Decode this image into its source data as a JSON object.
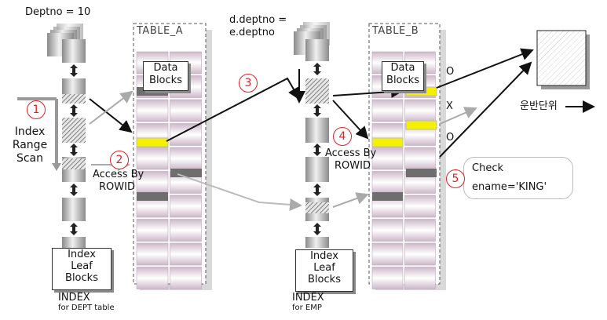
{
  "colors": {
    "highlight": "#f5f000",
    "marker": "#e02020",
    "dark_block": "#6e6e6e"
  },
  "left": {
    "condition": "Deptno = 10",
    "step1_num": "1",
    "scan_label": [
      "Index",
      "Range",
      "Scan"
    ],
    "index_box": [
      "Index",
      "Leaf",
      "Blocks"
    ],
    "index_caption": "INDEX",
    "index_caption_sub": "for DEPT table",
    "step2_num": "2",
    "access_line1": "Access By",
    "access_line2": "ROWID"
  },
  "table_a": {
    "name": "TABLE_A",
    "blocks_label": [
      "Data",
      "Blocks"
    ]
  },
  "middle": {
    "join_line1": "d.deptno =",
    "join_line2": "e.deptno",
    "step3_num": "3",
    "index_box": [
      "Index",
      "Leaf",
      "Blocks"
    ],
    "index_caption": "INDEX",
    "index_caption_sub": "for EMP",
    "step4_num": "4",
    "access_line1": "Access By",
    "access_line2": "ROWID"
  },
  "table_b": {
    "name": "TABLE_B",
    "blocks_label": [
      "Data",
      "Blocks"
    ]
  },
  "right": {
    "marks": [
      "O",
      "X",
      "O"
    ],
    "unit_label": "운반단위",
    "step5_num": "5",
    "check_line1": "Check",
    "check_line2": "ename='KING'"
  }
}
